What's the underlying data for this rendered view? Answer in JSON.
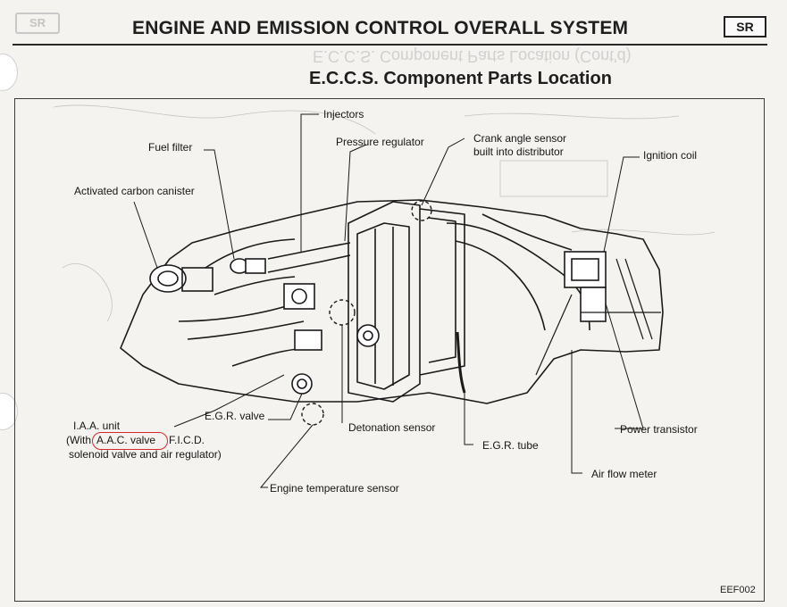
{
  "header": {
    "ghost_tab": "SR",
    "title": "ENGINE AND EMISSION CONTROL OVERALL SYSTEM",
    "badge": "SR"
  },
  "ghost_bleed": "E.C.C.S. Component Parts Location (Cont'd)",
  "section_title": "E.C.C.S. Component Parts Location",
  "labels": {
    "injectors": "Injectors",
    "pressure_regulator": "Pressure regulator",
    "crank_angle_1": "Crank angle sensor",
    "crank_angle_2": "built into distributor",
    "ignition_coil": "Ignition coil",
    "fuel_filter": "Fuel filter",
    "carbon_canister": "Activated carbon canister",
    "iaa_line1": "I.A.A. unit",
    "iaa_line2_a": "(With",
    "iaa_line2_b": "A.A.C. valve",
    "iaa_line2_c": "F.I.C.D.",
    "iaa_line3": "solenoid valve and air regulator)",
    "egr_valve": "E.G.R. valve",
    "detonation_sensor": "Detonation sensor",
    "egr_tube": "E.G.R. tube",
    "power_transistor": "Power transistor",
    "air_flow_meter": "Air flow meter",
    "engine_temp_sensor": "Engine temperature sensor"
  },
  "figure_code": "EEF002",
  "colors": {
    "ink": "#1a1a1a",
    "paper": "#f4f3ef",
    "highlight": "#d82a2a"
  }
}
